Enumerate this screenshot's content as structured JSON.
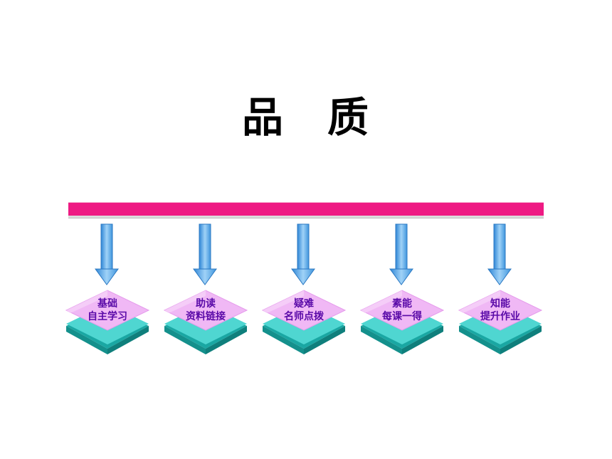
{
  "title": {
    "char1": "品",
    "char2": "质"
  },
  "steps": [
    {
      "line1": "基础",
      "line2": "自主学习"
    },
    {
      "line1": "助读",
      "line2": "资料链接"
    },
    {
      "line1": "疑难",
      "line2": "名师点拨"
    },
    {
      "line1": "素能",
      "line2": "每课一得"
    },
    {
      "line1": "知能",
      "line2": "提升作业"
    }
  ],
  "colors": {
    "bar": "#ee1a83",
    "arrow": "#5aaee8",
    "diamond_top": "#f0b8f5",
    "block_side": "#36c9c4",
    "label": "#5a0aa8"
  }
}
